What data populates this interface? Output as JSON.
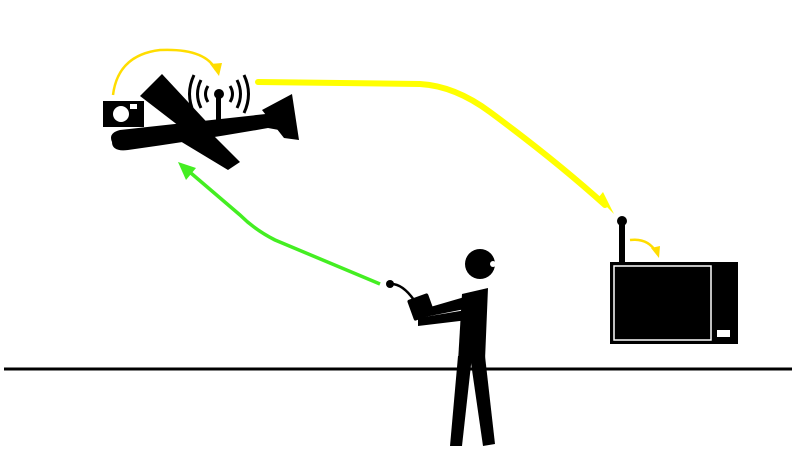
{
  "title": "",
  "colors": {
    "background": "#ffffff",
    "ink": "#000000",
    "video_link": "#ffff00",
    "control_link": "#44ee22",
    "screen_inner_border": "#ffffff",
    "arrow_small": "#ffdd00"
  },
  "nodes": {
    "aircraft": {
      "icon": "airplane-icon"
    },
    "camera": {
      "icon": "camera-icon"
    },
    "aircraft_transmitter": {
      "icon": "radio-transmitter-icon"
    },
    "ground_receiver": {
      "icon": "antenna-icon"
    },
    "video_monitor": {
      "icon": "monitor-icon"
    },
    "pilot": {
      "icon": "person-icon"
    },
    "remote_controller": {
      "icon": "remote-control-icon"
    },
    "ground": {
      "icon": "ground-line"
    }
  },
  "links": [
    {
      "from": "camera",
      "to": "aircraft_transmitter",
      "kind": "video",
      "color": "#ffff00"
    },
    {
      "from": "aircraft_transmitter",
      "to": "ground_receiver",
      "kind": "video",
      "color": "#ffff00"
    },
    {
      "from": "ground_receiver",
      "to": "video_monitor",
      "kind": "video",
      "color": "#ffdd00"
    },
    {
      "from": "remote_controller",
      "to": "aircraft",
      "kind": "control",
      "color": "#44ee22"
    }
  ]
}
